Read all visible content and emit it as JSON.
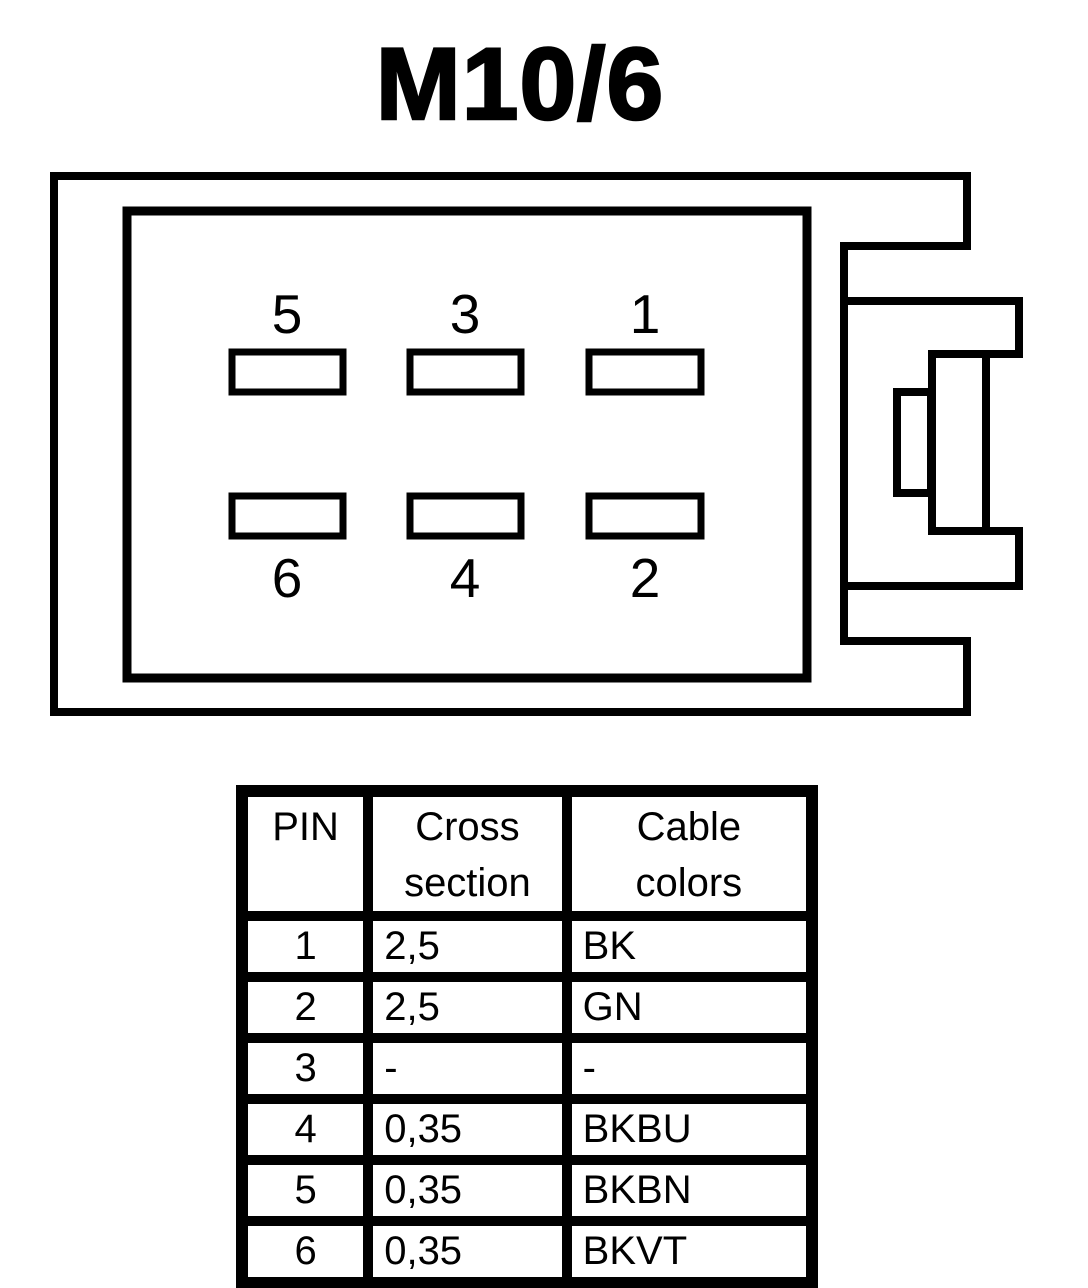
{
  "title": "M10/6",
  "colors": {
    "line": "#000000",
    "background": "#ffffff"
  },
  "connector": {
    "pin_labels_top": [
      "5",
      "3",
      "1"
    ],
    "pin_labels_bottom": [
      "6",
      "4",
      "2"
    ]
  },
  "table": {
    "headers": [
      {
        "line1": "PIN",
        "line2": ""
      },
      {
        "line1": "Cross",
        "line2": "section"
      },
      {
        "line1": "Cable",
        "line2": "colors"
      }
    ],
    "rows": [
      {
        "pin": "1",
        "cross_section": "2,5",
        "cable_color": "BK"
      },
      {
        "pin": "2",
        "cross_section": "2,5",
        "cable_color": "GN"
      },
      {
        "pin": "3",
        "cross_section": "-",
        "cable_color": "-"
      },
      {
        "pin": "4",
        "cross_section": "0,35",
        "cable_color": "BKBU"
      },
      {
        "pin": "5",
        "cross_section": "0,35",
        "cable_color": "BKBN"
      },
      {
        "pin": "6",
        "cross_section": "0,35",
        "cable_color": "BKVT"
      }
    ]
  }
}
